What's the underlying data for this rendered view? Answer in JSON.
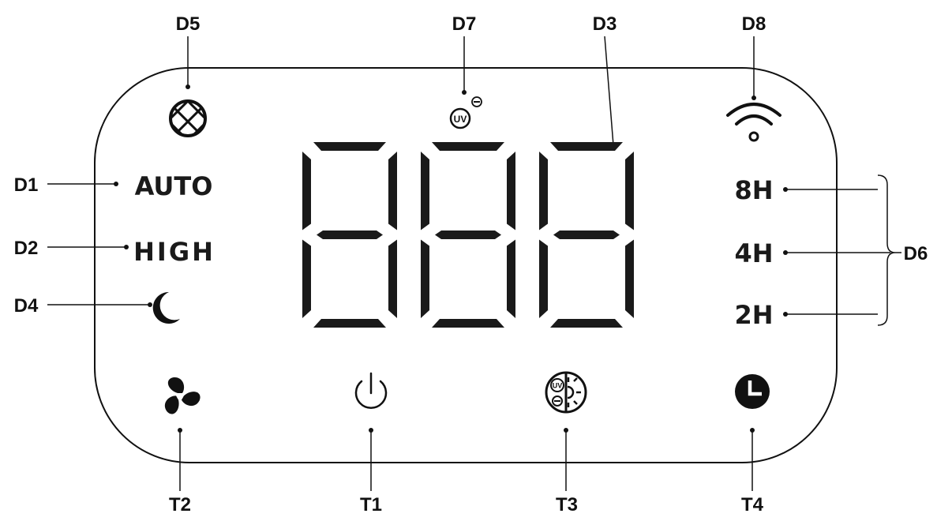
{
  "callouts": {
    "D1": "D1",
    "D2": "D2",
    "D3": "D3",
    "D4": "D4",
    "D5": "D5",
    "D6": "D6",
    "D7": "D7",
    "D8": "D8",
    "T1": "T1",
    "T2": "T2",
    "T3": "T3",
    "T4": "T4"
  },
  "panel": {
    "mode_auto": "AUTO",
    "mode_high": "HIGH",
    "timer_8h": "8H",
    "timer_4h": "4H",
    "timer_2h": "2H",
    "uv_text": "UV",
    "display_digits": [
      "8",
      "8",
      "8"
    ]
  },
  "icons": {
    "D5": "filter-mesh-icon",
    "D7": "uv-off-icon",
    "D8": "wifi-icon",
    "D4": "moon-sleep-icon",
    "T2": "fan-icon",
    "T1": "power-icon",
    "T3": "uv-light-toggle-icon",
    "T4": "clock-timer-icon"
  },
  "colors": {
    "ink": "#111111",
    "background": "#ffffff"
  }
}
